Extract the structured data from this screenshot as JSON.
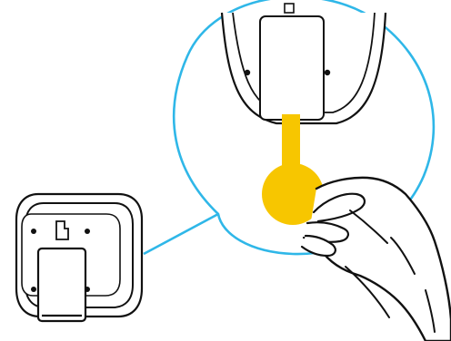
{
  "figure": {
    "type": "instruction-illustration",
    "elements": {
      "device": "sensor-device",
      "callout": "zoom-callout",
      "tab": "pull-tab",
      "hand": "hand"
    },
    "colors": {
      "outline": "#111111",
      "callout_border": "#2fb7e8",
      "pull_tab": "#f7c600",
      "background": "#ffffff",
      "device_fill": "#ffffff"
    }
  }
}
